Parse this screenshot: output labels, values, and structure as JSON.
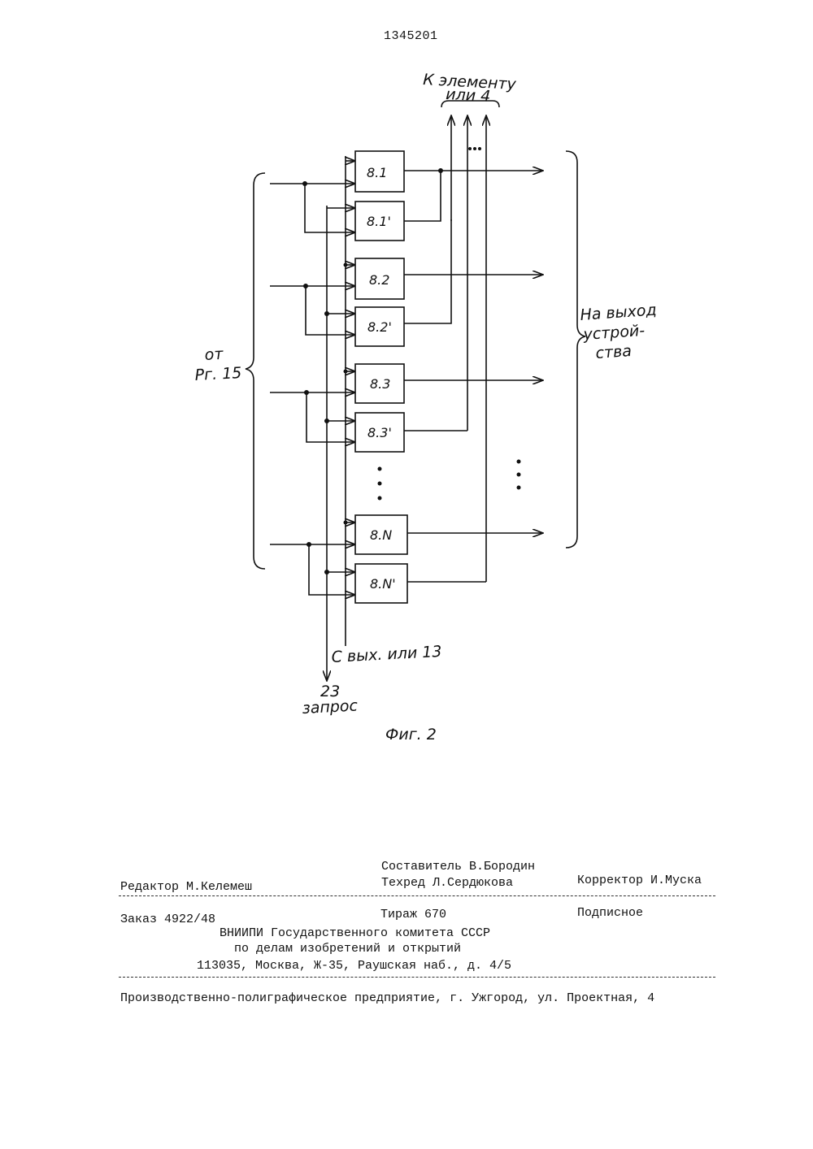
{
  "page_number": "1345201",
  "figure": {
    "top_label_line1": "К элементу",
    "top_label_line2": "или 4",
    "left_label_line1": "от",
    "left_label_line2": "Рг. 15",
    "right_label_line1": "На выход",
    "right_label_line2": "устрой-",
    "right_label_line3": "ства",
    "bottom_label_input": "С вых. или 13",
    "bottom_label_num": "23",
    "bottom_label_query": "запрос",
    "caption": "Фиг. 2",
    "blocks": [
      "8.1",
      "8.1'",
      "8.2",
      "8.2'",
      "8.3",
      "8.3'",
      "8.N",
      "8.N'"
    ]
  },
  "imprint": {
    "compiler": "Составитель В.Бородин",
    "editor": "Редактор М.Келемеш",
    "techred": "Техред Л.Сердюкова",
    "corrector": "Корректор И.Муска",
    "order": "Заказ 4922/48",
    "circulation": "Тираж 670",
    "subscription": "Подписное",
    "org_line1": "ВНИИПИ Государственного комитета СССР",
    "org_line2": "по делам изобретений и открытий",
    "org_line3": "113035, Москва, Ж-35, Раушская наб., д. 4/5",
    "printer": "Производственно-полиграфическое предприятие, г. Ужгород, ул. Проектная, 4"
  }
}
